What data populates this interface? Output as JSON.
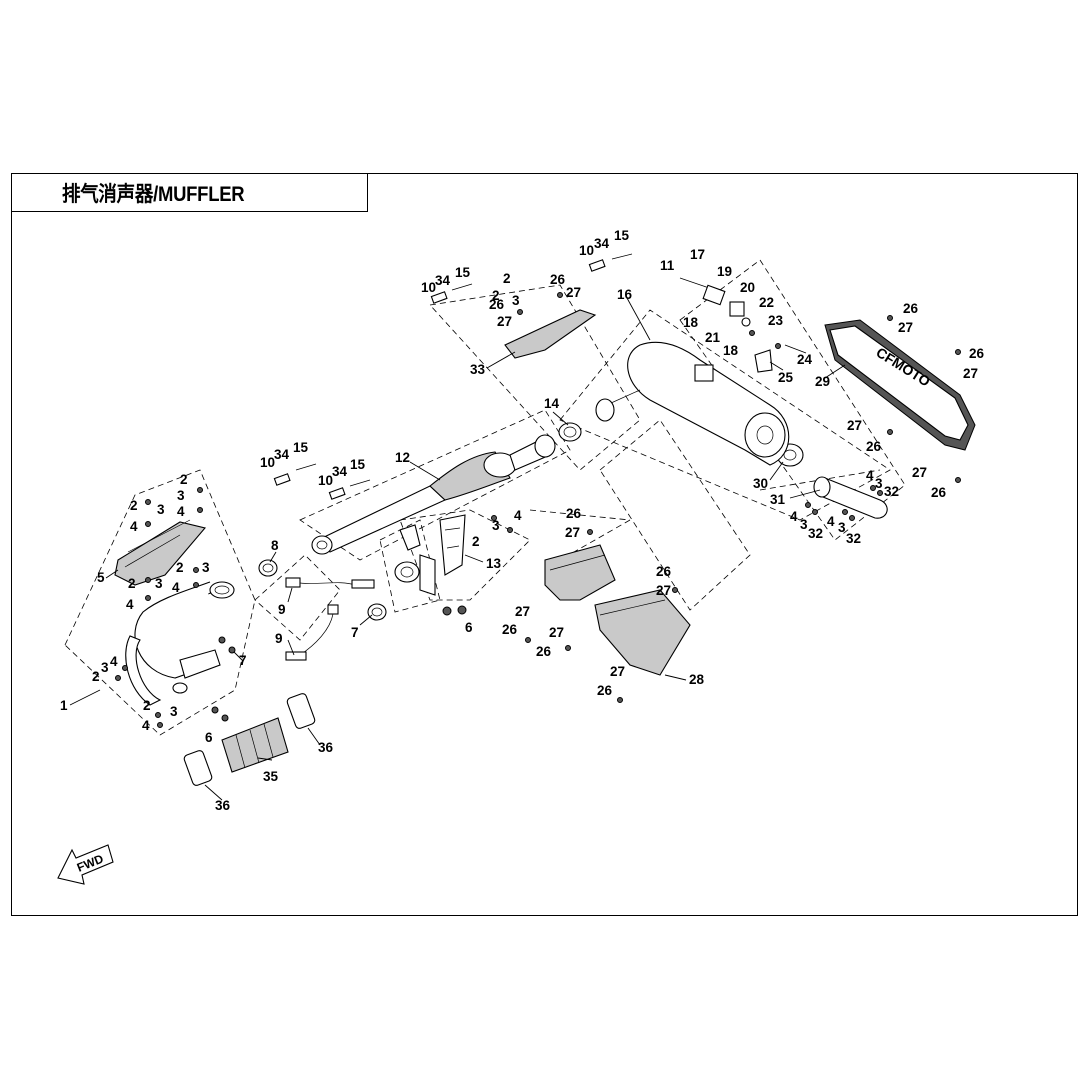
{
  "title": "排气消声器/MUFFLER",
  "fwd_label": "FWD",
  "callouts": [
    {
      "id": "c-1",
      "text": "1"
    },
    {
      "id": "c-2a",
      "text": "2"
    },
    {
      "id": "c-3a",
      "text": "3"
    },
    {
      "id": "c-4a",
      "text": "4"
    },
    {
      "id": "c-2b",
      "text": "2"
    },
    {
      "id": "c-3b",
      "text": "3"
    },
    {
      "id": "c-4b",
      "text": "4"
    },
    {
      "id": "c-2c",
      "text": "2"
    },
    {
      "id": "c-3c",
      "text": "3"
    },
    {
      "id": "c-4c",
      "text": "4"
    },
    {
      "id": "c-2d",
      "text": "2"
    },
    {
      "id": "c-3d",
      "text": "3"
    },
    {
      "id": "c-4d",
      "text": "4"
    },
    {
      "id": "c-2e",
      "text": "2"
    },
    {
      "id": "c-3e",
      "text": "3"
    },
    {
      "id": "c-4e",
      "text": "4"
    },
    {
      "id": "c-2f",
      "text": "2"
    },
    {
      "id": "c-3f",
      "text": "3"
    },
    {
      "id": "c-4f",
      "text": "4"
    },
    {
      "id": "c-2g",
      "text": "2"
    },
    {
      "id": "c-3g",
      "text": "3"
    },
    {
      "id": "c-4g",
      "text": "4"
    },
    {
      "id": "c-2h",
      "text": "2"
    },
    {
      "id": "c-3h",
      "text": "3"
    },
    {
      "id": "c-2i",
      "text": "2"
    },
    {
      "id": "c-5",
      "text": "5"
    },
    {
      "id": "c-6a",
      "text": "6"
    },
    {
      "id": "c-6b",
      "text": "6"
    },
    {
      "id": "c-7a",
      "text": "7"
    },
    {
      "id": "c-7b",
      "text": "7"
    },
    {
      "id": "c-8",
      "text": "8"
    },
    {
      "id": "c-9a",
      "text": "9"
    },
    {
      "id": "c-9b",
      "text": "9"
    },
    {
      "id": "c-10a",
      "text": "10"
    },
    {
      "id": "c-34a",
      "text": "34"
    },
    {
      "id": "c-15a",
      "text": "15"
    },
    {
      "id": "c-10b",
      "text": "10"
    },
    {
      "id": "c-34b",
      "text": "34"
    },
    {
      "id": "c-15b",
      "text": "15"
    },
    {
      "id": "c-10c",
      "text": "10"
    },
    {
      "id": "c-34c",
      "text": "34"
    },
    {
      "id": "c-15c",
      "text": "15"
    },
    {
      "id": "c-10d",
      "text": "10"
    },
    {
      "id": "c-34d",
      "text": "34"
    },
    {
      "id": "c-15d",
      "text": "15"
    },
    {
      "id": "c-11",
      "text": "11"
    },
    {
      "id": "c-12",
      "text": "12"
    },
    {
      "id": "c-13",
      "text": "13"
    },
    {
      "id": "c-14",
      "text": "14"
    },
    {
      "id": "c-16",
      "text": "16"
    },
    {
      "id": "c-17",
      "text": "17"
    },
    {
      "id": "c-18a",
      "text": "18"
    },
    {
      "id": "c-18b",
      "text": "18"
    },
    {
      "id": "c-19",
      "text": "19"
    },
    {
      "id": "c-20",
      "text": "20"
    },
    {
      "id": "c-21",
      "text": "21"
    },
    {
      "id": "c-22",
      "text": "22"
    },
    {
      "id": "c-23",
      "text": "23"
    },
    {
      "id": "c-24",
      "text": "24"
    },
    {
      "id": "c-25",
      "text": "25"
    },
    {
      "id": "c-26a",
      "text": "26"
    },
    {
      "id": "c-27a",
      "text": "27"
    },
    {
      "id": "c-26b",
      "text": "26"
    },
    {
      "id": "c-27b",
      "text": "27"
    },
    {
      "id": "c-26c",
      "text": "26"
    },
    {
      "id": "c-27c",
      "text": "27"
    },
    {
      "id": "c-26d",
      "text": "26"
    },
    {
      "id": "c-27d",
      "text": "27"
    },
    {
      "id": "c-26e",
      "text": "26"
    },
    {
      "id": "c-27e",
      "text": "27"
    },
    {
      "id": "c-26f",
      "text": "26"
    },
    {
      "id": "c-27f",
      "text": "27"
    },
    {
      "id": "c-26g",
      "text": "26"
    },
    {
      "id": "c-27g",
      "text": "27"
    },
    {
      "id": "c-26h",
      "text": "26"
    },
    {
      "id": "c-27h",
      "text": "27"
    },
    {
      "id": "c-26i",
      "text": "26"
    },
    {
      "id": "c-27i",
      "text": "27"
    },
    {
      "id": "c-26j",
      "text": "26"
    },
    {
      "id": "c-27j",
      "text": "27"
    },
    {
      "id": "c-26k",
      "text": "26"
    },
    {
      "id": "c-27k",
      "text": "27"
    },
    {
      "id": "c-28",
      "text": "28"
    },
    {
      "id": "c-29",
      "text": "29"
    },
    {
      "id": "c-30",
      "text": "30"
    },
    {
      "id": "c-31",
      "text": "31"
    },
    {
      "id": "c-4h",
      "text": "4"
    },
    {
      "id": "c-3i",
      "text": "3"
    },
    {
      "id": "c-32a",
      "text": "32"
    },
    {
      "id": "c-4i",
      "text": "4"
    },
    {
      "id": "c-3j",
      "text": "3"
    },
    {
      "id": "c-32b",
      "text": "32"
    },
    {
      "id": "c-4j",
      "text": "4"
    },
    {
      "id": "c-3k",
      "text": "3"
    },
    {
      "id": "c-32c",
      "text": "32"
    },
    {
      "id": "c-33",
      "text": "33"
    },
    {
      "id": "c-35",
      "text": "35"
    },
    {
      "id": "c-36a",
      "text": "36"
    },
    {
      "id": "c-36b",
      "text": "36"
    }
  ]
}
